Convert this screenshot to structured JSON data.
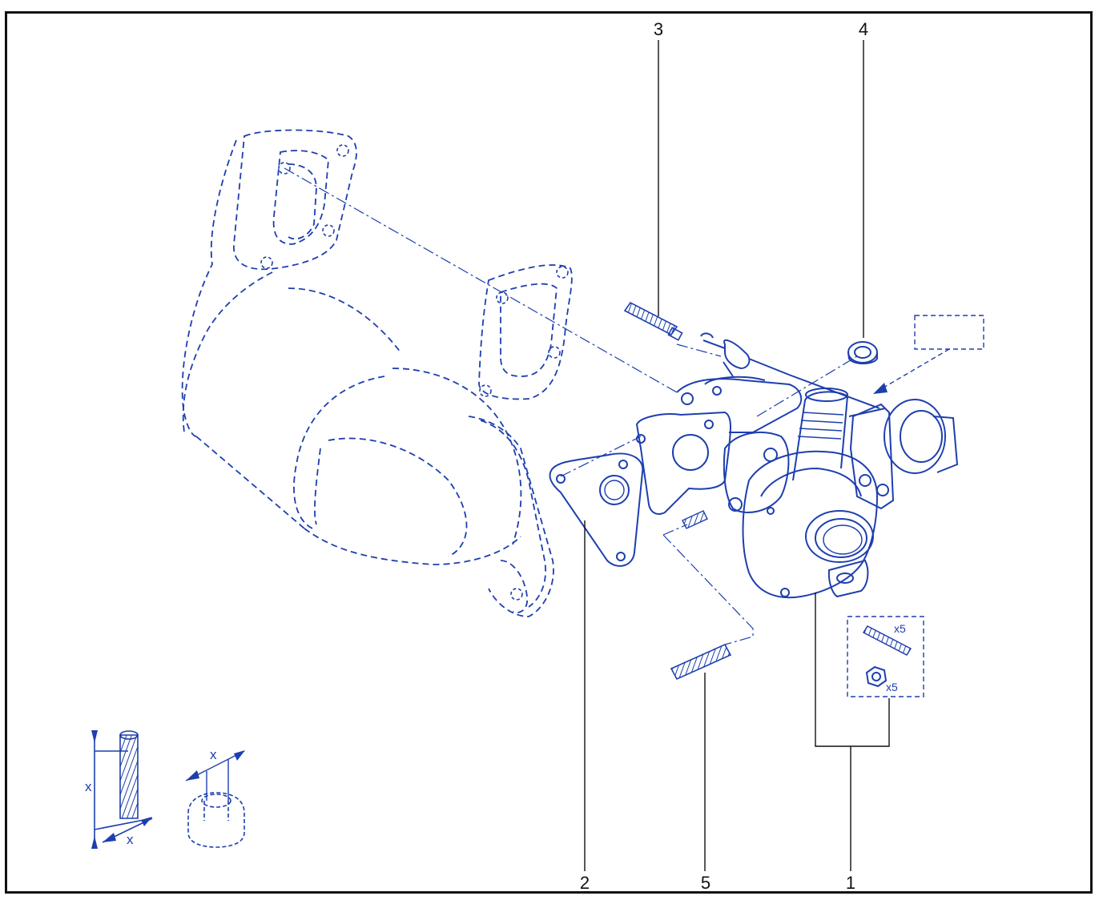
{
  "callouts": {
    "p1": "1",
    "p2": "2",
    "p3": "3",
    "p4": "4",
    "p5": "5"
  },
  "kit": {
    "stud_qty": "x5",
    "nut_qty": "x5"
  },
  "dimension_legend": {
    "stud_length": "x",
    "stud_diameter": "x",
    "nut_width": "x"
  },
  "colors": {
    "line": "#1d3fae",
    "frame": "#111111",
    "leader": "#111111"
  }
}
